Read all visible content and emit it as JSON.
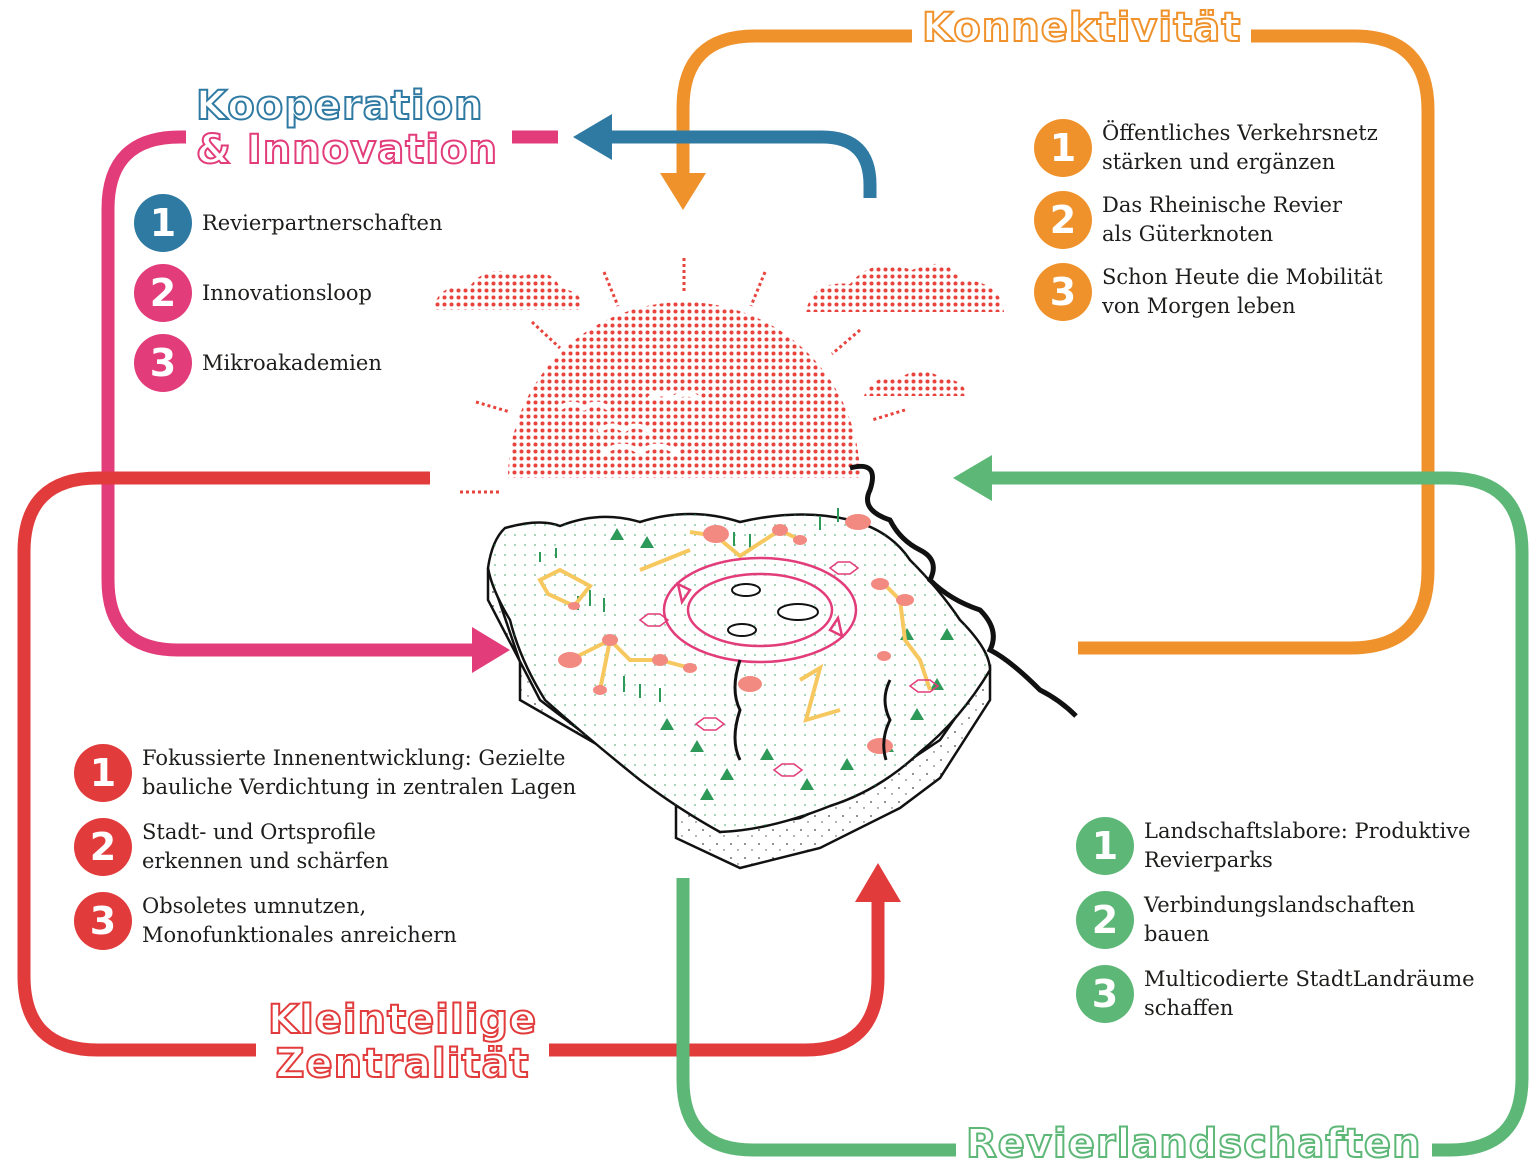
{
  "colors": {
    "konnektivitaet": "#f0922c",
    "kooperation": "#2f7aa3",
    "innovation": "#e23c7a",
    "zentralitaet": "#e23b3b",
    "revierlandschaften": "#5db777",
    "dots": "#e8433d",
    "network": "#f6c85f",
    "forest": "#2e9a5a",
    "river": "#111111"
  },
  "konnektivitaet": {
    "title": "Konnektivität",
    "items": [
      {
        "num": "1",
        "text": "Öffentliches Verkehrsnetz\nstärken und ergänzen"
      },
      {
        "num": "2",
        "text": "Das Rheinische Revier\nals Güterknoten"
      },
      {
        "num": "3",
        "text": "Schon Heute die Mobilität\nvon Morgen leben"
      }
    ]
  },
  "kooperation": {
    "title_line1": "Kooperation",
    "title_line2": "& Innovation",
    "items": [
      {
        "num": "1",
        "text": "Revierpartnerschaften"
      },
      {
        "num": "2",
        "text": "Innovationsloop"
      },
      {
        "num": "3",
        "text": "Mikroakademien"
      }
    ]
  },
  "zentralitaet": {
    "title_line1": "Kleinteilige",
    "title_line2": "Zentralität",
    "items": [
      {
        "num": "1",
        "text": "Fokussierte Innenentwicklung: Gezielte\nbauliche Verdichtung in zentralen Lagen"
      },
      {
        "num": "2",
        "text": "Stadt- und Ortsprofile\nerkennen und schärfen"
      },
      {
        "num": "3",
        "text": "Obsoletes umnutzen,\nMonofunktionales anreichern"
      }
    ]
  },
  "revierlandschaften": {
    "title": "Revierlandschaften",
    "items": [
      {
        "num": "1",
        "text": "Landschaftslabore: Produktive\nRevierparks"
      },
      {
        "num": "2",
        "text": "Verbindungslandschaften\nbauen"
      },
      {
        "num": "3",
        "text": "Multicodierte StadtLandräume\nschaffen"
      }
    ]
  }
}
